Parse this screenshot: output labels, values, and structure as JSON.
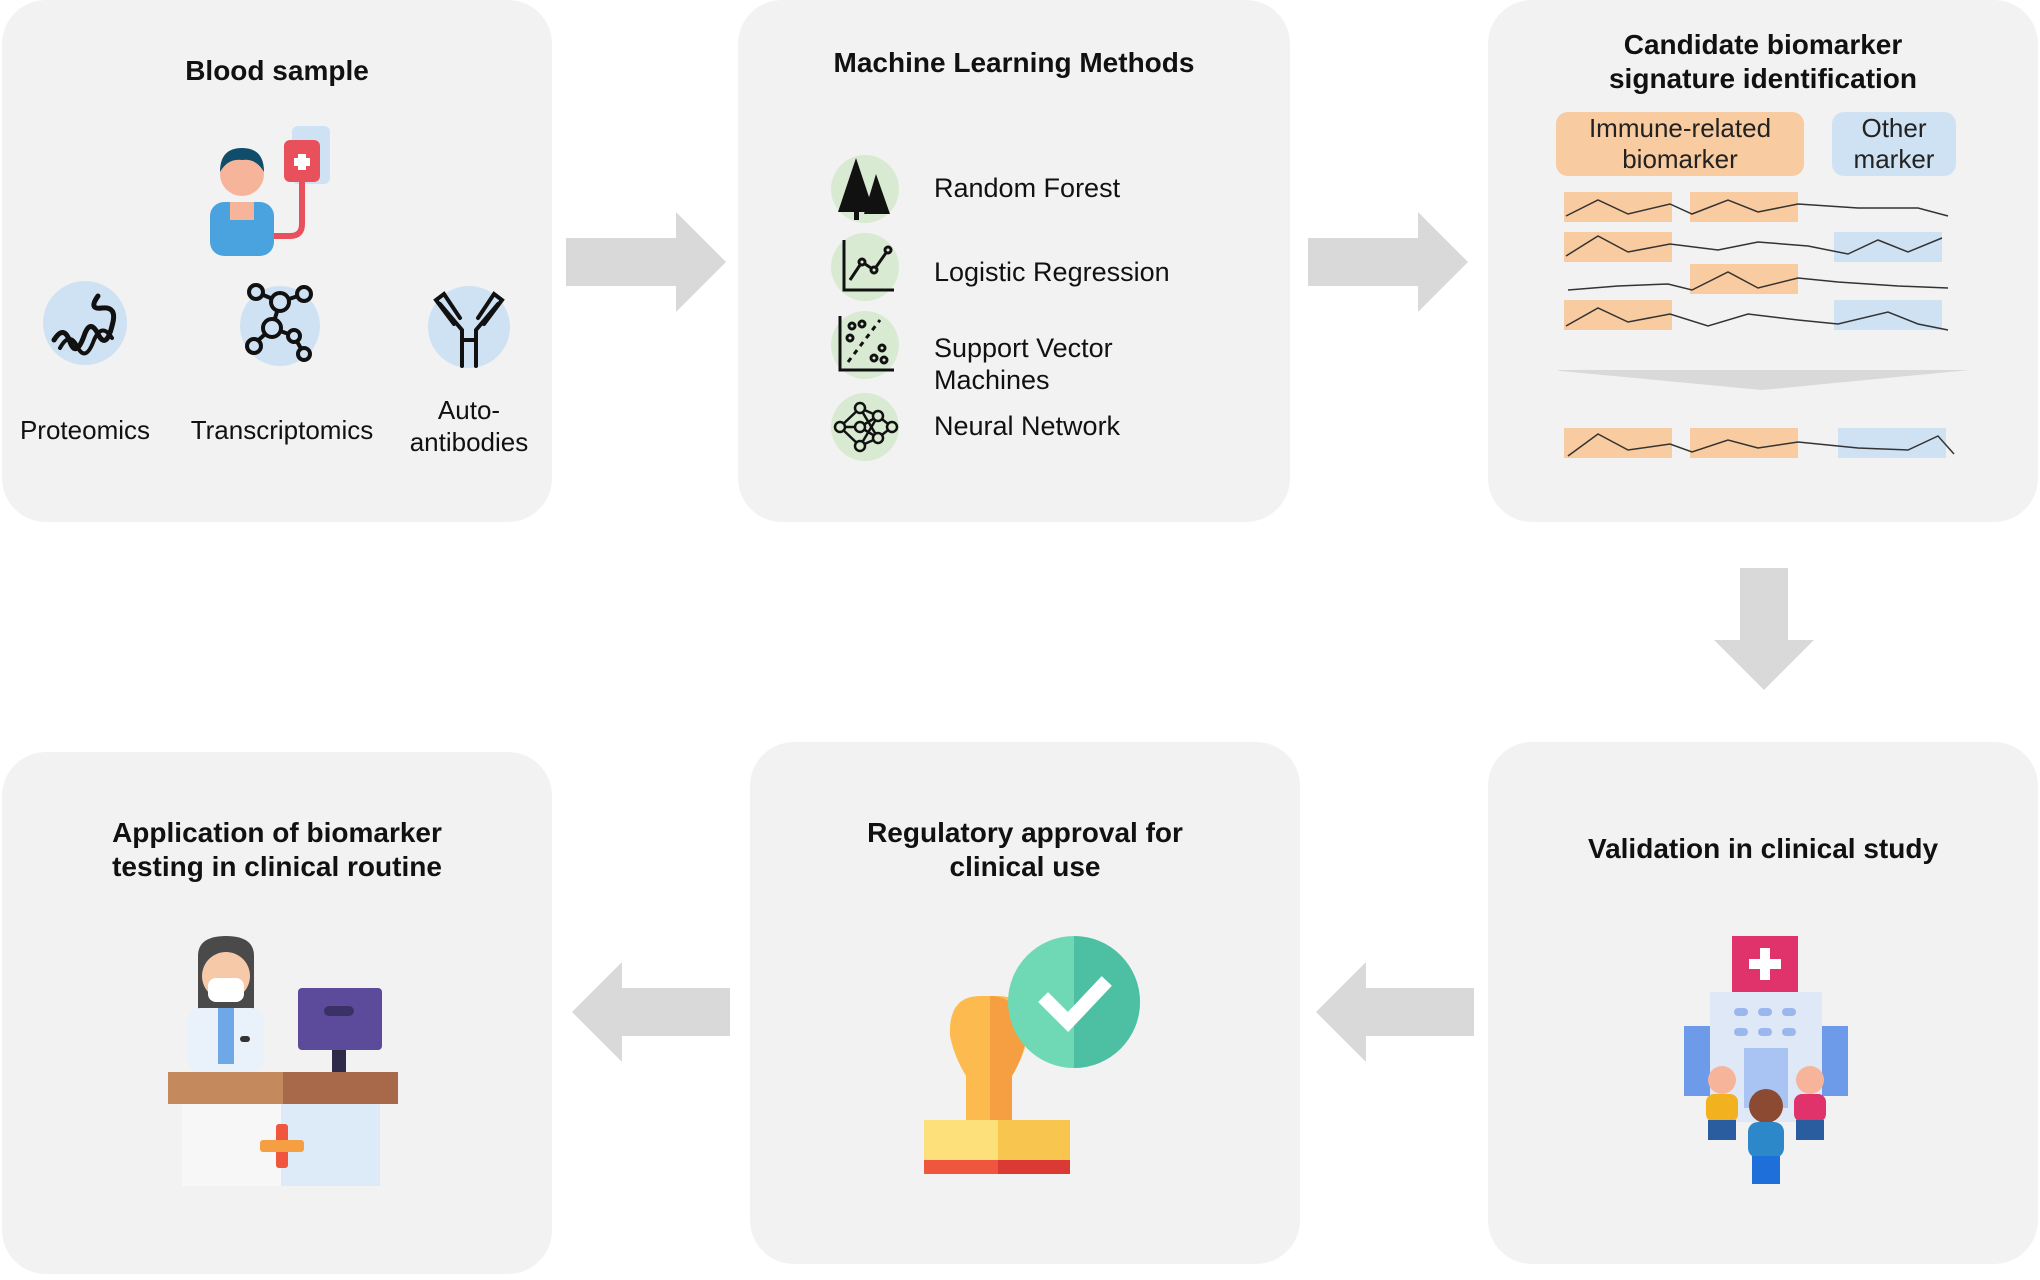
{
  "panels": {
    "blood_sample": {
      "title": "Blood sample",
      "omics": [
        {
          "label": "Proteomics",
          "icon": "protein-helix-icon"
        },
        {
          "label": "Transcriptomics",
          "icon": "molecule-network-icon"
        },
        {
          "label": "Auto-",
          "label2": "antibodies",
          "icon": "antibody-icon"
        }
      ],
      "patient_icon": "patient-iv-drip-icon"
    },
    "ml_methods": {
      "title": "Machine Learning Methods",
      "methods": [
        {
          "label": "Random Forest",
          "icon": "forest-trees-icon"
        },
        {
          "label": "Logistic Regression",
          "icon": "line-chart-icon"
        },
        {
          "label": "Support Vector",
          "label2": "Machines",
          "icon": "scatter-plot-icon"
        },
        {
          "label": "Neural Network",
          "icon": "neural-network-icon"
        }
      ]
    },
    "candidate": {
      "title_line1": "Candidate biomarker",
      "title_line2": "signature identification",
      "tag_immune_line1": "Immune-related",
      "tag_immune_line2": "biomarker",
      "tag_other_line1": "Other",
      "tag_other_line2": "marker"
    },
    "validation": {
      "title": "Validation in clinical study",
      "icon": "hospital-people-icon"
    },
    "regulatory": {
      "title_line1": "Regulatory approval for",
      "title_line2": "clinical use",
      "icon": "approval-stamp-icon"
    },
    "application": {
      "title_line1": "Application of biomarker",
      "title_line2": "testing in clinical routine",
      "icon": "doctor-desk-icon"
    }
  },
  "colors": {
    "panel_bg": "#f2f2f2",
    "arrow": "#d9d9d9",
    "immune_tag": "#f8cba0",
    "other_tag": "#cfe2f3",
    "icon_circle_blue": "#cfe2f3",
    "icon_circle_green": "#d9ead3"
  }
}
